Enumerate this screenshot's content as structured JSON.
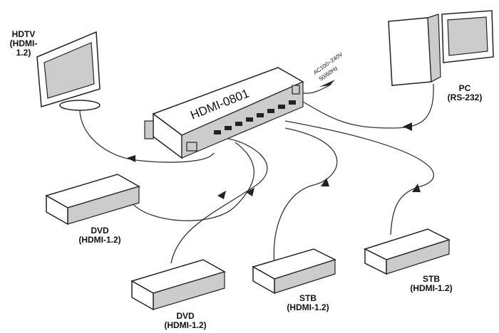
{
  "diagram": {
    "switcher": {
      "model": "HDMI-0801"
    },
    "power": {
      "label_line1": "AC100~240V",
      "label_line2": "50/60Hz"
    },
    "devices": [
      {
        "name": "HDTV",
        "spec": "(HDMI-1.2)"
      },
      {
        "name": "PC",
        "spec": "(RS-232)"
      },
      {
        "name": "DVD",
        "spec": "(HDMI-1.2)"
      },
      {
        "name": "DVD",
        "spec": "(HDMI-1.2)"
      },
      {
        "name": "STB",
        "spec": "(HDMI-1.2)"
      },
      {
        "name": "STB",
        "spec": "(HDMI-1.2)"
      }
    ]
  }
}
